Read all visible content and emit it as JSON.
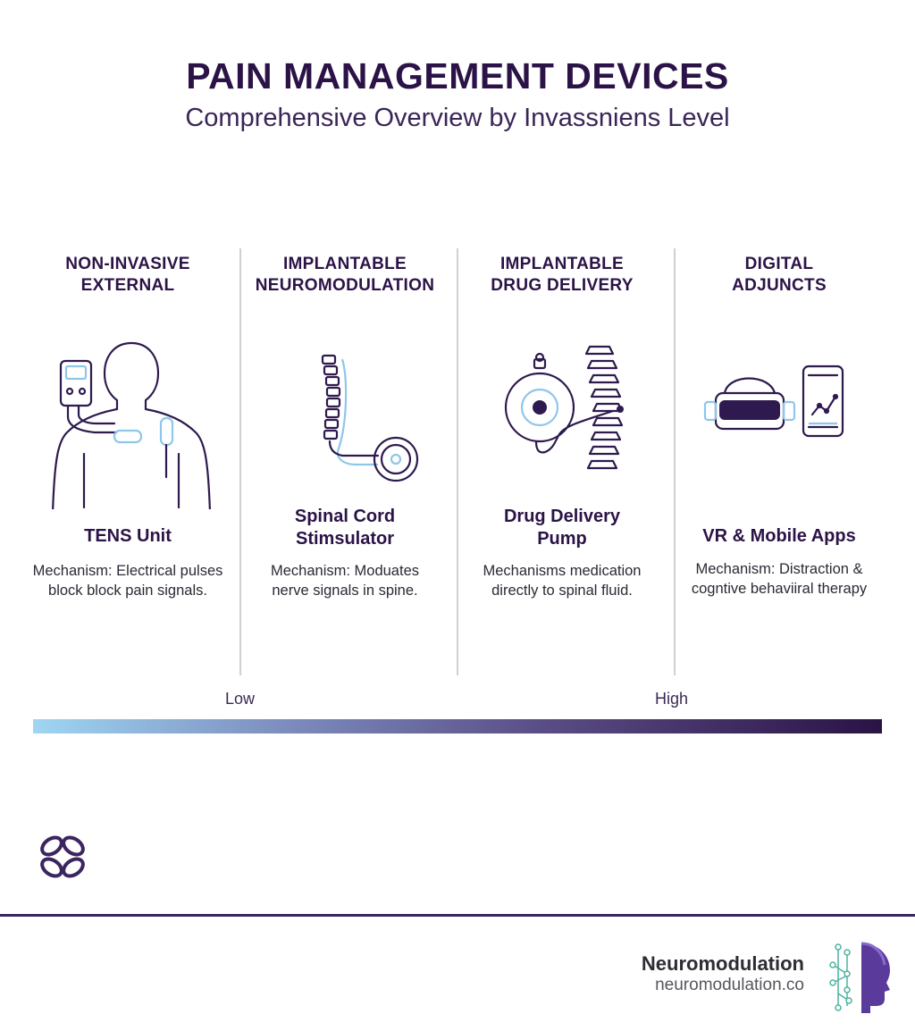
{
  "header": {
    "title": "PAIN MANAGEMENT DEVICES",
    "subtitle": "Comprehensive Overview by Invassniens Level"
  },
  "columns": [
    {
      "heading": [
        "NON-INVASIVE",
        "EXTERNAL"
      ],
      "illustration": "tens-body-icon",
      "device": [
        "TENS Unit"
      ],
      "mechanism": [
        "Mechanism: Electrical pulses",
        "block block pain signals."
      ]
    },
    {
      "heading": [
        "IMPLANTABLE",
        "NEUROMODULATION"
      ],
      "illustration": "spinal-stimulator-icon",
      "device": [
        "Spinal Cord",
        "Stimsulator"
      ],
      "mechanism": [
        "Mechanism: Moduates",
        "nerve signals in spine."
      ]
    },
    {
      "heading": [
        "IMPLANTABLE",
        "DRUG DELIVERY"
      ],
      "illustration": "drug-pump-icon",
      "device": [
        "Drug Delivery",
        "Pump"
      ],
      "mechanism": [
        "Mechanisms medication",
        "directly to spinal fluid."
      ]
    },
    {
      "heading": [
        "DIGITAL",
        "ADJUNCTS"
      ],
      "illustration": "vr-mobile-icon",
      "device": [
        "VR & Mobile Apps"
      ],
      "mechanism": [
        "Mechanism: Distraction &",
        "cogntive behaviiral therapy"
      ]
    }
  ],
  "scale": {
    "low_label": "Low",
    "high_label": "High",
    "colors": [
      "#9fd6f2",
      "#2a1345"
    ]
  },
  "footer": {
    "brand_name": "Neuromodulation",
    "brand_url": "neuromodulation.co",
    "accent_color": "#3a2560"
  }
}
